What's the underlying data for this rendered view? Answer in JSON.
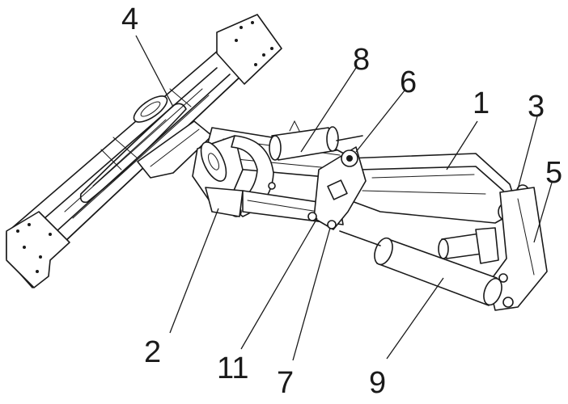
{
  "labels": [
    {
      "key": "l4",
      "text": "4"
    },
    {
      "key": "l8",
      "text": "8"
    },
    {
      "key": "l6",
      "text": "6"
    },
    {
      "key": "l1",
      "text": "1"
    },
    {
      "key": "l3",
      "text": "3"
    },
    {
      "key": "l5",
      "text": "5"
    },
    {
      "key": "l2",
      "text": "2"
    },
    {
      "key": "l11",
      "text": "11"
    },
    {
      "key": "l7",
      "text": "7"
    },
    {
      "key": "l9",
      "text": "9"
    }
  ]
}
